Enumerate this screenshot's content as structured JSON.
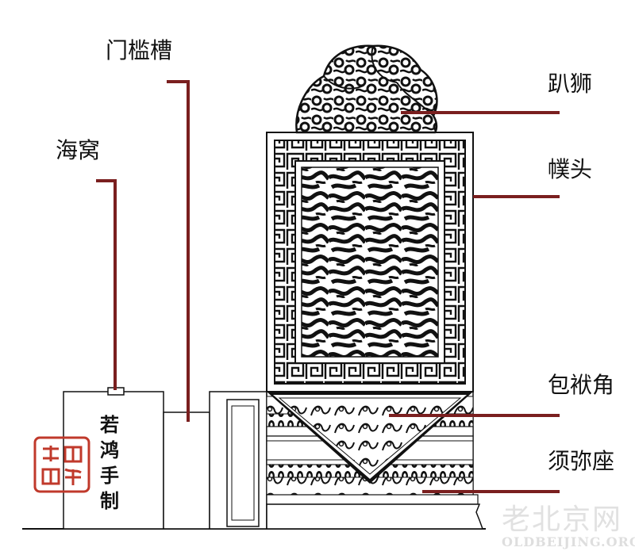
{
  "labels": {
    "menkancao": "门槛槽",
    "haiwo": "海窝",
    "pashi": "趴狮",
    "putou": "幞头",
    "baofujiao": "包袱角",
    "xumizuo": "须弥座"
  },
  "signature": "若鸿手制",
  "seal_text": "若鸿",
  "watermark": {
    "cn": "老北京网",
    "url": "OLDBEIJING.ORG"
  },
  "colors": {
    "leader": "#7a1f1f",
    "seal": "#c0392b",
    "ink": "#111111"
  }
}
